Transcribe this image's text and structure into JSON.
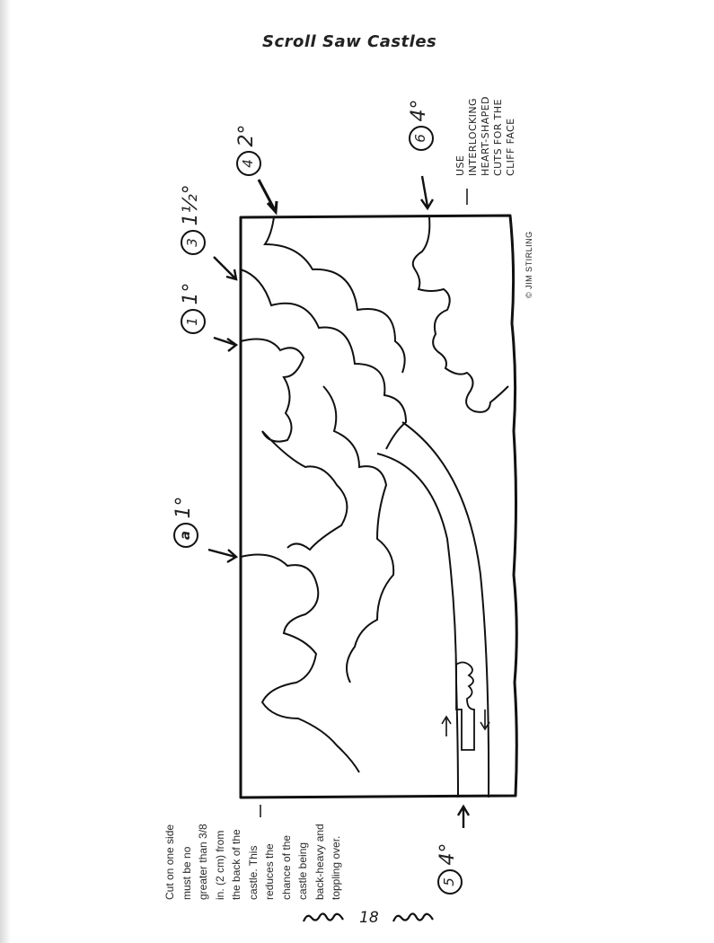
{
  "header": {
    "title": "Scroll Saw Castles"
  },
  "cut_labels": [
    {
      "num": "a",
      "angle": "1°"
    },
    {
      "num": "1",
      "angle": "1°"
    },
    {
      "num": "3",
      "angle": "1½°"
    },
    {
      "num": "4",
      "angle": "2°"
    },
    {
      "num": "6",
      "angle": "4°"
    },
    {
      "num": "5",
      "angle": "4°"
    }
  ],
  "tip": {
    "lines": [
      "USE",
      "INTERLOCKING",
      "HEART-SHAPED",
      "CUTS FOR THE",
      "CLIFF FACE"
    ]
  },
  "credit": "© JIM STIRLING",
  "note": {
    "lines": [
      "Cut on one side",
      "must be no",
      "greater than 3/8",
      "in. (2 cm) from",
      "the back of the",
      "castle. This",
      "reduces the",
      "chance of the",
      "castle being",
      "back-heavy and",
      "toppling over."
    ]
  },
  "footer": {
    "page_number": "18"
  }
}
